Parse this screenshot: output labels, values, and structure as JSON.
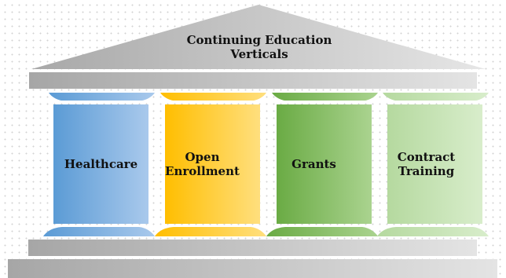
{
  "title_line1": "Continuing Education",
  "title_line2": "Verticals",
  "pillars": [
    {
      "label_line1": "Healthcare",
      "label_line2": "",
      "color_dark": "#5b9bd5",
      "color_light": "#a9c9ec"
    },
    {
      "label_line1": "Open",
      "label_line2": "Enrollment",
      "color_dark": "#ffc000",
      "color_light": "#ffe08a"
    },
    {
      "label_line1": "Grants",
      "label_line2": "",
      "color_dark": "#70ad47",
      "color_light": "#a9d18e"
    },
    {
      "label_line1": "Contract",
      "label_line2": "Training",
      "color_dark": "#b8dba3",
      "color_light": "#d5ebc8"
    }
  ],
  "colors": {
    "stone_dark": "#a6a6a6",
    "stone_light": "#e2e2e2"
  }
}
